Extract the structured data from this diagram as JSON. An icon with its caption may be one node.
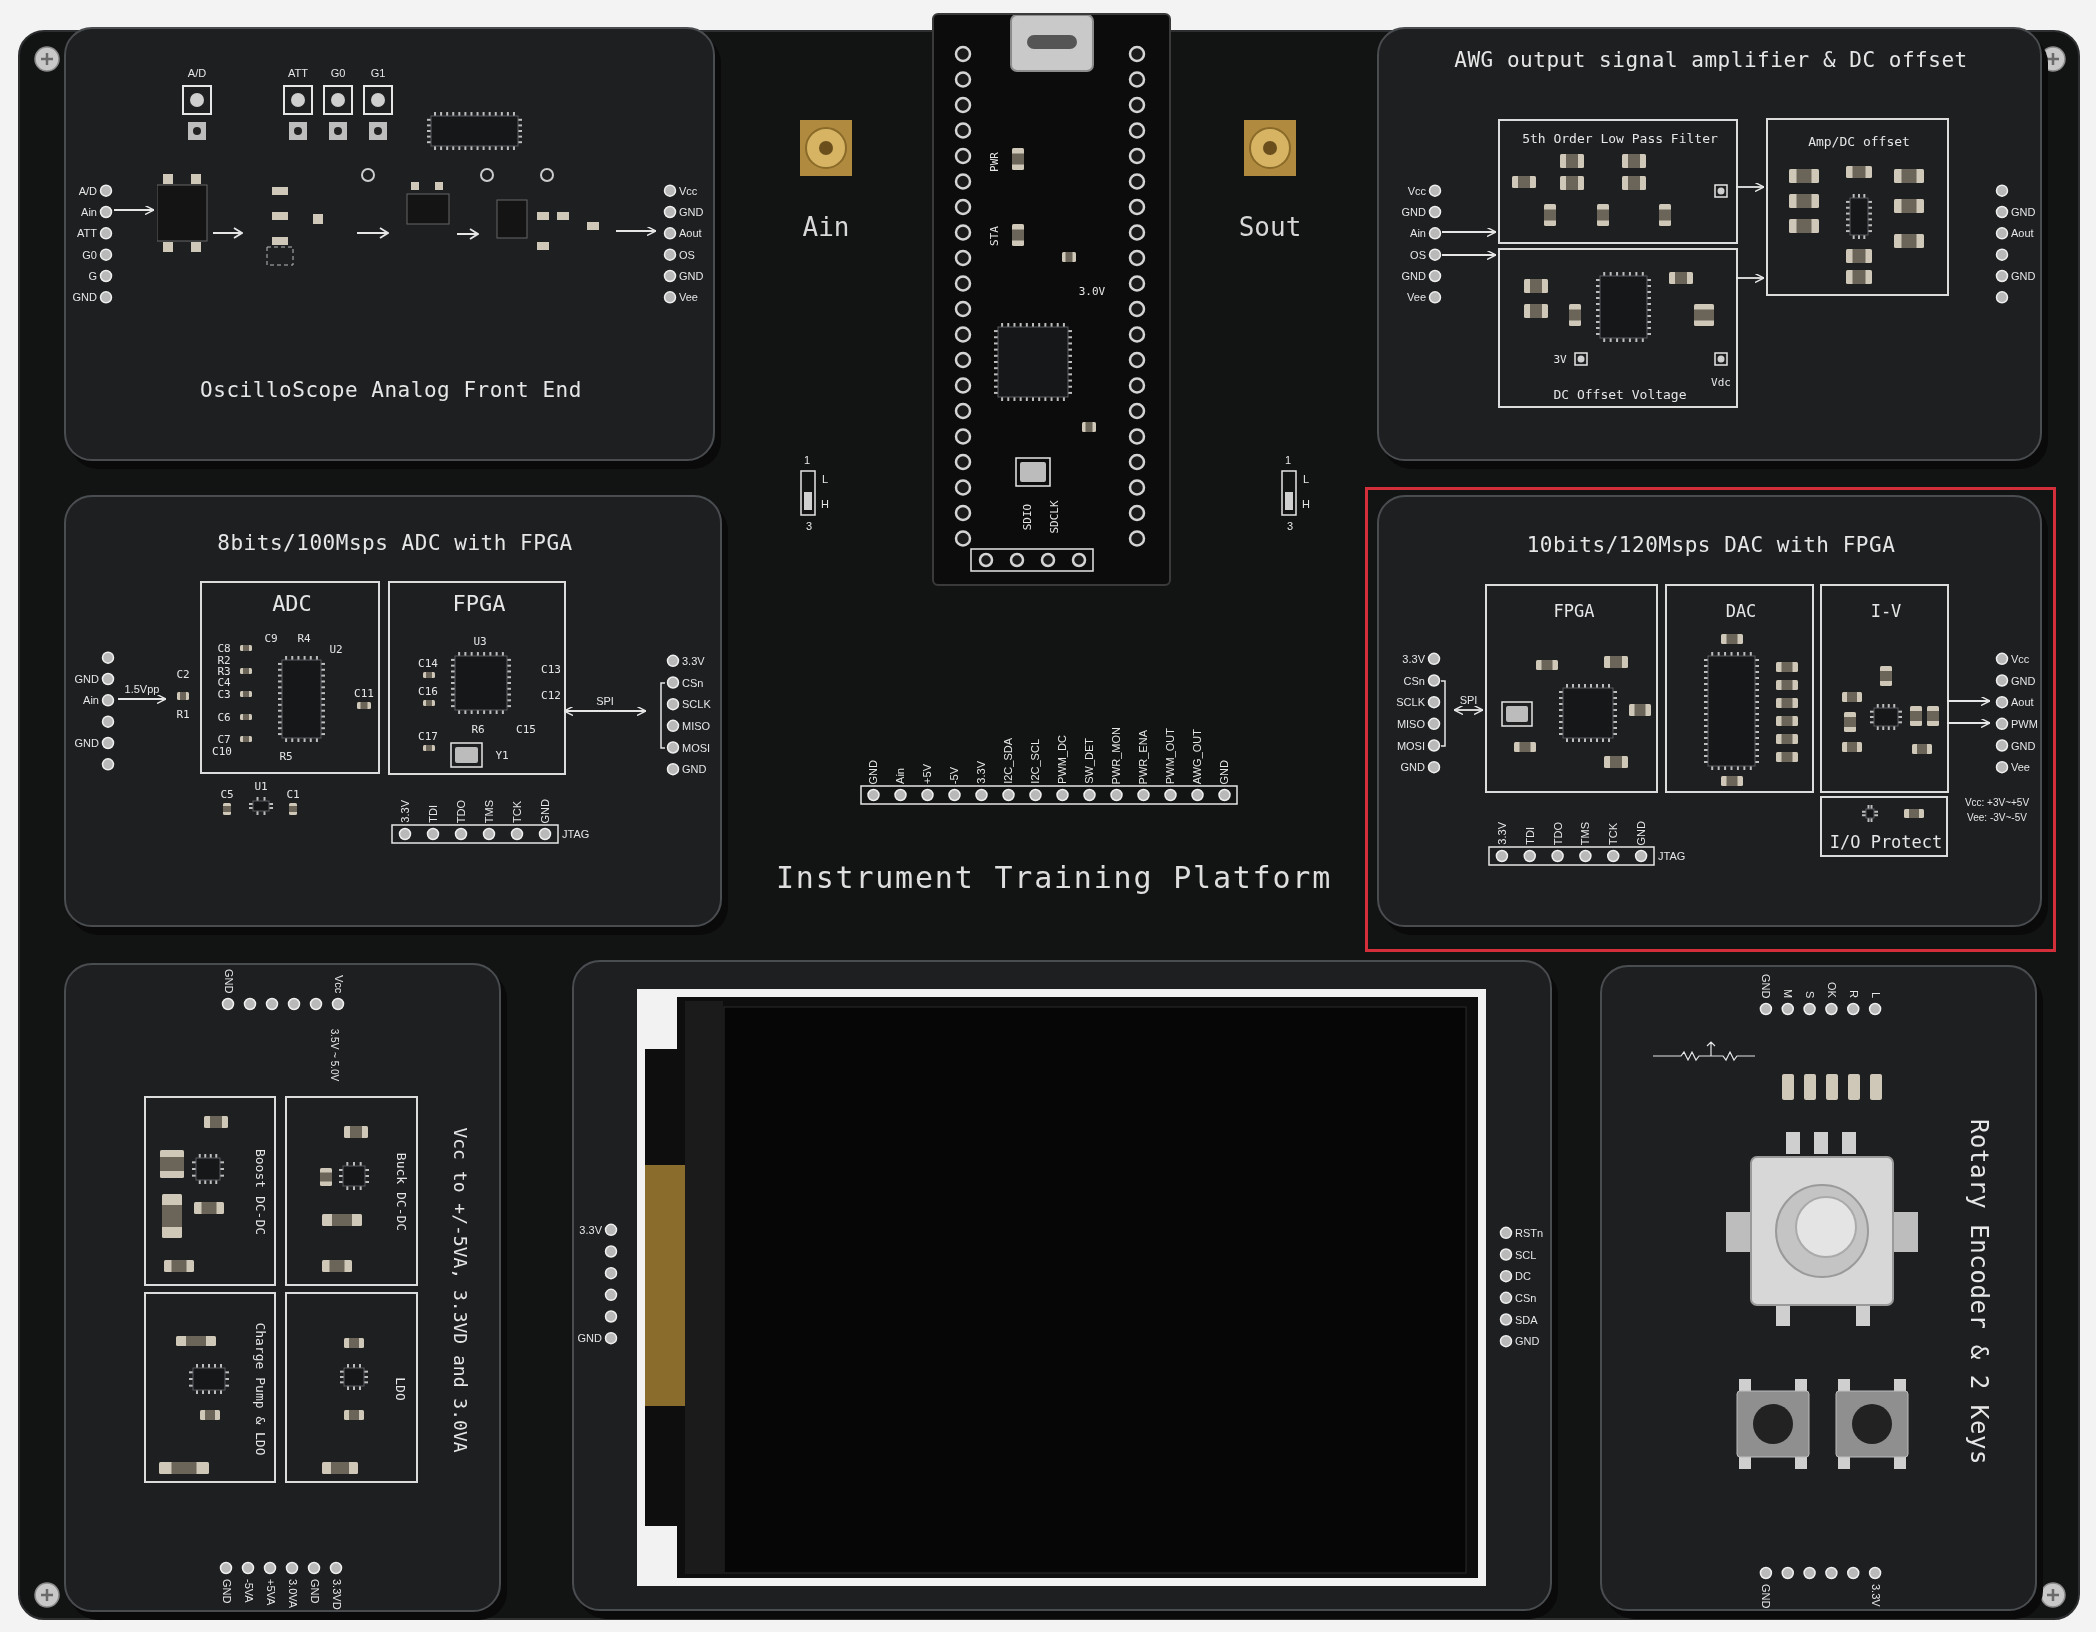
{
  "diagram": {
    "title": "Instrument Training Platform",
    "nodes": [
      {
        "text": [
          "OscilloScope Analog Front End"
        ]
      },
      {
        "text": [],
        "shape": "bar",
        "in": 0,
        "beside": [
          "A/D",
          "Ain",
          "ATT",
          "G0",
          "G",
          "GND"
        ]
      },
      {
        "text": [],
        "shape": "bar",
        "in": 0,
        "beside": [
          "Vcc",
          "GND",
          "Aout",
          "OS",
          "GND",
          "Vee"
        ]
      },
      {
        "text": [],
        "shape": "box",
        "in": 0,
        "beside": [
          "A/D"
        ]
      },
      {
        "text": [],
        "shape": "box",
        "in": 0,
        "beside": [
          "ATT"
        ]
      },
      {
        "text": [],
        "shape": "box",
        "in": 0,
        "beside": [
          "G0"
        ]
      },
      {
        "text": [],
        "shape": "box",
        "in": 0,
        "beside": [
          "G1"
        ]
      },
      {
        "text": [
          "AWG output signal amplifier & DC offset"
        ]
      },
      {
        "text": [
          "5th Order Low Pass Filter"
        ],
        "in": 7
      },
      {
        "text": [
          "3V",
          "Vdc",
          "DC Offset Voltage"
        ],
        "in": 7
      },
      {
        "text": [
          "Amp/DC offset"
        ],
        "in": 7
      },
      {
        "text": [],
        "shape": "bar",
        "in": 7,
        "beside": [
          "Vcc",
          "GND",
          "Ain",
          "OS",
          "GND",
          "Vee"
        ]
      },
      {
        "text": [],
        "shape": "bar",
        "in": 7,
        "beside": [
          "GND",
          "Aout",
          "GND"
        ]
      },
      {
        "text": [
          "8bits/100Msps ADC with FPGA"
        ]
      },
      {
        "text": [
          "ADC",
          "C9",
          "R4",
          "U2",
          "C8",
          "R2",
          "R3",
          "C4",
          "C3",
          "C11",
          "C6",
          "C7",
          "C10",
          "R5"
        ],
        "in": 13
      },
      {
        "text": [
          "FPGA",
          "U3",
          "C14",
          "C13",
          "C16",
          "C12",
          "R6",
          "C15",
          "C17",
          "Y1"
        ],
        "in": 13
      },
      {
        "text": [],
        "shape": "bar",
        "in": 13,
        "beside": [
          "GND",
          "Ain",
          "GND"
        ]
      },
      {
        "text": [
          "C2",
          "R1"
        ],
        "in": 13
      },
      {
        "text": [
          "C5",
          "U1",
          "C1"
        ],
        "in": 13
      },
      {
        "text": [],
        "shape": "bar",
        "in": 13,
        "beside": [
          "3.3V",
          "TDI",
          "TDO",
          "TMS",
          "TCK",
          "GND",
          "JTAG"
        ]
      },
      {
        "text": [],
        "shape": "bar",
        "in": 13,
        "beside": [
          "3.3V",
          "CSn",
          "SCLK",
          "MISO",
          "MOSI",
          "GND"
        ]
      },
      {
        "text": [
          "10bits/120Msps DAC with FPGA"
        ]
      },
      {
        "text": [
          "FPGA"
        ],
        "in": 21
      },
      {
        "text": [
          "DAC"
        ],
        "in": 21
      },
      {
        "text": [
          "I-V"
        ],
        "in": 21
      },
      {
        "text": [
          "I/O Protect"
        ],
        "in": 21
      },
      {
        "text": [],
        "shape": "bar",
        "in": 21,
        "beside": [
          "3.3V",
          "CSn",
          "SCLK",
          "MISO",
          "MOSI",
          "GND"
        ]
      },
      {
        "text": [],
        "shape": "bar",
        "in": 21,
        "beside": [
          "Vcc",
          "GND",
          "Aout",
          "PWM",
          "GND",
          "Vee"
        ]
      },
      {
        "text": [],
        "shape": "bar",
        "in": 21,
        "beside": [
          "3.3V",
          "TDI",
          "TDO",
          "TMS",
          "TCK",
          "GND",
          "JTAG"
        ]
      },
      {
        "text": [
          "Vcc to +/-5VA, 3.3VD and 3.0VA"
        ]
      },
      {
        "text": [
          "Boost DC-DC"
        ],
        "in": 29
      },
      {
        "text": [
          "Buck DC-DC"
        ],
        "in": 29
      },
      {
        "text": [
          "Charge Pump & LDO"
        ],
        "in": 29
      },
      {
        "text": [
          "LDO"
        ],
        "in": 29
      },
      {
        "text": [],
        "shape": "bar",
        "in": 29,
        "beside": [
          "GND",
          "Vcc"
        ]
      },
      {
        "text": [],
        "shape": "bar",
        "in": 29,
        "beside": [
          "GND",
          "-5VA",
          "+5VA",
          "3.0VA",
          "GND",
          "3.3VD"
        ]
      },
      {
        "text": [],
        "shape": "box"
      },
      {
        "text": [],
        "shape": "bar",
        "in": 36,
        "beside": [
          "3.3V",
          "GND"
        ]
      },
      {
        "text": [],
        "shape": "bar",
        "in": 36,
        "beside": [
          "RSTn",
          "SCL",
          "DC",
          "CSn",
          "SDA",
          "GND"
        ]
      },
      {
        "text": [
          "Rotary Encoder & 2 Keys"
        ]
      },
      {
        "text": [],
        "shape": "bar",
        "in": 39,
        "beside": [
          "GND",
          "M",
          "S",
          "OK",
          "R",
          "L"
        ]
      },
      {
        "text": [],
        "shape": "bar",
        "in": 39,
        "beside": [
          "GND",
          "3.3V"
        ]
      },
      {
        "text": [
          "PWR",
          "STA",
          "3.0V",
          "SDIO",
          "SDCLK"
        ]
      },
      {
        "text": [],
        "shape": "box",
        "beside": [
          "Ain"
        ]
      },
      {
        "text": [],
        "shape": "box",
        "beside": [
          "Sout"
        ]
      },
      {
        "text": [],
        "shape": "bar",
        "beside": [
          "GND",
          "Ain",
          "+5V",
          "-5V",
          "3.3V",
          "I2C_SDA",
          "I2C_SCL",
          "PWM_DC",
          "SW_DET",
          "PWR_MON",
          "PWR_ENA",
          "PWM_OUT",
          "AWG_OUT",
          "GND"
        ]
      },
      {
        "text": [],
        "shape": "box",
        "beside": [
          "1",
          "L",
          "H",
          "3"
        ]
      },
      {
        "text": [],
        "shape": "box",
        "beside": [
          "1",
          "L",
          "H",
          "3"
        ]
      }
    ],
    "edges": [
      {
        "from": 11,
        "to": 8,
        "arrow": "to"
      },
      {
        "from": 11,
        "to": 9,
        "arrow": "to"
      },
      {
        "from": 8,
        "to": 10,
        "arrow": "to"
      },
      {
        "from": 9,
        "to": 10,
        "arrow": "to"
      },
      {
        "from": 16,
        "to": 17,
        "arrow": "to",
        "label": "1.5Vpp"
      },
      {
        "from": 15,
        "to": 20,
        "arrow": "both",
        "label": "SPI"
      },
      {
        "from": 26,
        "to": 22,
        "arrow": "both",
        "label": "SPI"
      },
      {
        "from": 24,
        "to": 27,
        "arrow": "to"
      },
      {
        "from": 24,
        "to": 27,
        "arrow": "to"
      },
      {
        "from": 1,
        "to": null,
        "arrow": "to"
      },
      {
        "from": null,
        "to": 2,
        "arrow": "to"
      }
    ],
    "labels": [
      "3.5V ~ 5.0V",
      "Vcc: +3V~+5V",
      "Vee: -3V~-5V"
    ]
  }
}
